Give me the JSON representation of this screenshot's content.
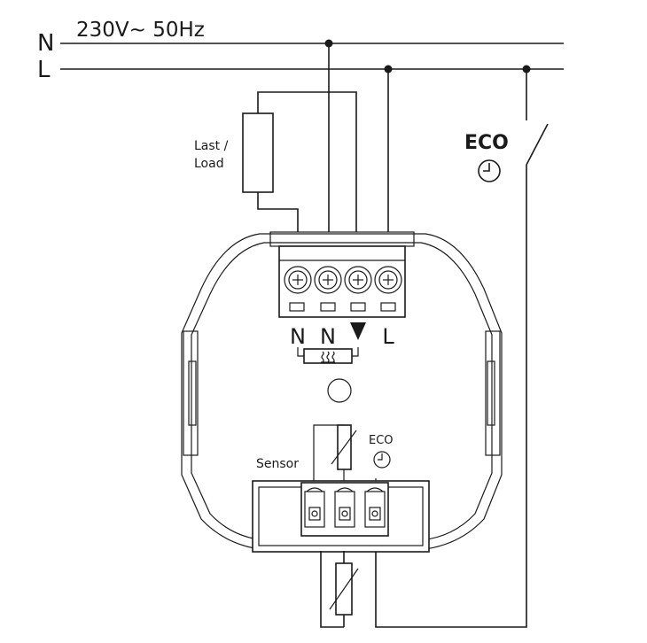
{
  "supply": {
    "n": "N",
    "l": "L",
    "rating": "230V~ 50Hz"
  },
  "load": {
    "line1": "Last /",
    "line2": "Load"
  },
  "eco_switch": {
    "label": "ECO"
  },
  "terminals": {
    "t1": "N",
    "t2": "N",
    "t4": "L"
  },
  "sensor": {
    "label": "Sensor",
    "eco": "ECO"
  },
  "colors": {
    "line": "#1a1a1a",
    "background": "#ffffff"
  }
}
